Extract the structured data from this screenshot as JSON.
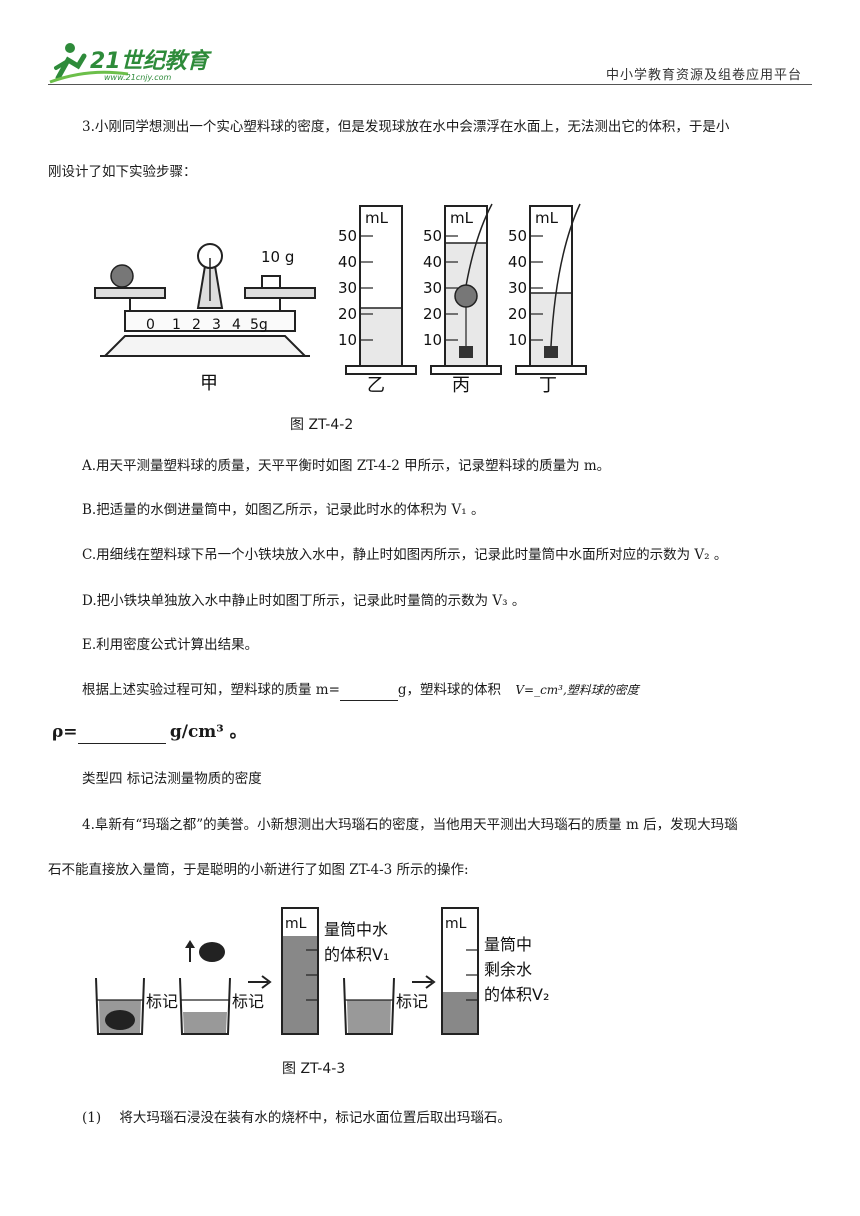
{
  "header": {
    "logo_text": "21世纪教育",
    "logo_url": "www.21cnjy.com",
    "platform": "中小学教育资源及组卷应用平台"
  },
  "q3": {
    "intro1": "3.小刚同学想测出一个实心塑料球的密度，但是发现球放在水中会漂浮在水面上，无法测出它的体积，于是小",
    "intro2": "刚设计了如下实验步骤：",
    "figure_caption": "图 ZT-4-2",
    "weight_label": "10 g",
    "scale_ticks": [
      "0",
      "1",
      "2",
      "3",
      "4",
      "5g"
    ],
    "cylinder_unit": "mL",
    "cylinder_ticks": [
      "50",
      "40",
      "30",
      "20",
      "10"
    ],
    "sub_labels": [
      "甲",
      "乙",
      "丙",
      "丁"
    ],
    "water_levels_ml": [
      21,
      45,
      27
    ],
    "stepA": "A.用天平测量塑料球的质量，天平平衡时如图 ZT-4-2 甲所示，记录塑料球的质量为 m。",
    "stepB": "B.把适量的水倒进量筒中，如图乙所示，记录此时水的体积为 V₁ 。",
    "stepC": "C.用细线在塑料球下吊一个小铁块放入水中，静止时如图丙所示，记录此时量筒中水面所对应的示数为 V₂ 。",
    "stepD": "D.把小铁块单独放入水中静止时如图丁所示，记录此时量筒的示数为 V₃ 。",
    "stepE": "E.利用密度公式计算出结果。",
    "conclusion_a": "根据上述实验过程可知，塑料球的质量 m=",
    "conclusion_b": "g，塑料球的体积",
    "conclusion_c": "V=_cm³,塑料球的密度",
    "rho_symbol": "ρ=",
    "rho_unit": "g/cm³ 。"
  },
  "type4": "类型四  标记法测量物质的密度",
  "q4": {
    "intro1": "4.阜新有“玛瑙之都”的美誉。小新想测出大玛瑙石的密度，当他用天平测出大玛瑙石的质量 m 后，发现大玛瑙",
    "intro2": "石不能直接放入量筒，于是聪明的小新进行了如图 ZT-4-3 所示的操作:",
    "mark": "标记",
    "cyl_unit": "mL",
    "label_v1": [
      "量筒中水",
      "的体积V₁"
    ],
    "label_v2": [
      "量筒中",
      "剩余水",
      "的体积V₂"
    ],
    "figure_caption": "图 ZT-4-3",
    "step1_num": "(1)",
    "step1": "将大玛瑙石浸没在装有水的烧杯中，标记水面位置后取出玛瑙石。"
  }
}
